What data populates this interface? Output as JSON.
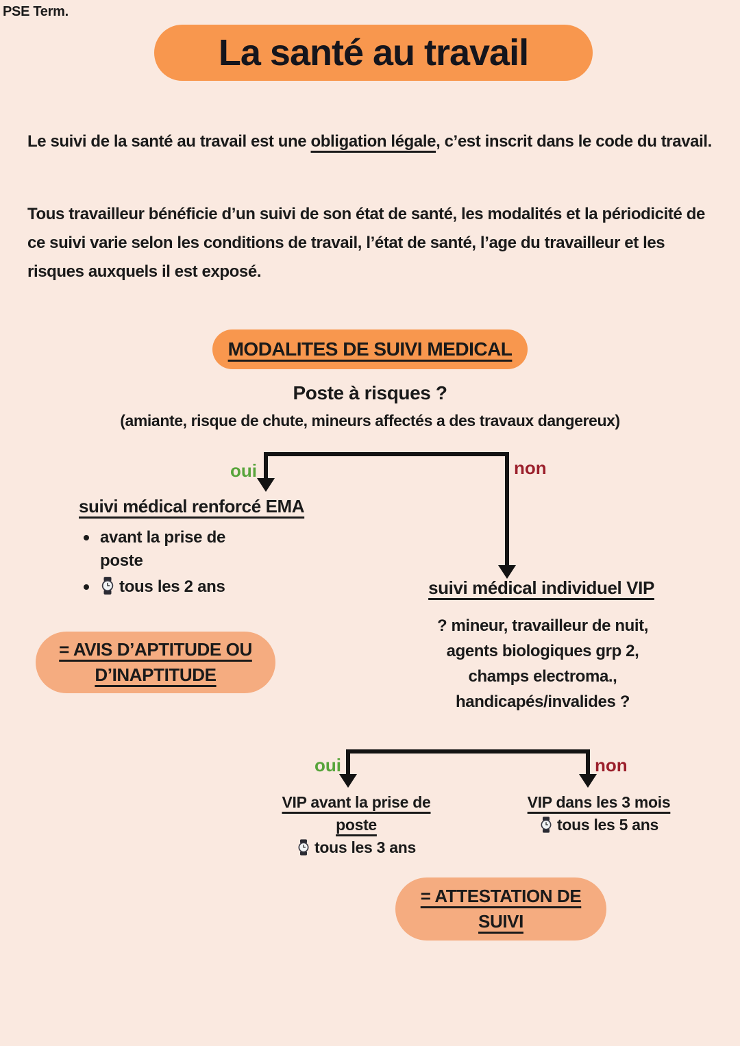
{
  "page": {
    "corner_label": "PSE Term.",
    "title": "La santé au travail",
    "background": "#FAE9E0"
  },
  "colors": {
    "pill_strong": "#F8974E",
    "pill_light": "#F5AC80",
    "ink": "#1A1A1A",
    "yes_green": "#57A43B",
    "no_red": "#9B202C",
    "line": "#131313"
  },
  "intro": {
    "p1_part1": "Le suivi de la santé au travail est une ",
    "p1_underline": "obligation légale",
    "p1_part2": ", c’est inscrit dans le code du travail.",
    "p2": "Tous travailleur bénéficie d’un suivi de son état de santé, les modalités et la périodicité de ce suivi varie selon les conditions de travail, l’état de santé, l’age du travailleur et les risques auxquels il est exposé."
  },
  "flowchart": {
    "section_title": "MODALITES DE SUIVI MEDICAL",
    "root_question": "Poste à risques ?",
    "root_question_detail": "(amiante, risque de chute, mineurs affectés a des travaux dangereux)",
    "branch1": {
      "yes": "oui",
      "no": "non"
    },
    "yes_path": {
      "title": "suivi médical renforcé EMA",
      "bullet1": "avant la prise de poste",
      "bullet2": "tous les 2 ans",
      "result_lines": [
        "= AVIS D’APTITUDE OU",
        "D’INAPTITUDE"
      ]
    },
    "no_path": {
      "title": "suivi médical individuel VIP",
      "question_lines": [
        "? mineur, travailleur de nuit,",
        "agents biologiques grp 2,",
        "champs electroma.,",
        "handicapés/invalides ?"
      ],
      "branch2": {
        "yes": "oui",
        "no": "non"
      },
      "yes_result_title_lines": [
        "VIP avant la prise de",
        "poste"
      ],
      "yes_result_period": "tous les 3 ans",
      "no_result_title": "VIP dans les 3 mois",
      "no_result_period": "tous les 5 ans",
      "result_lines": [
        "= ATTESTATION DE",
        "SUIVI"
      ]
    },
    "watch_icon_name": "watch-icon",
    "watch_icon_char": "⌚"
  }
}
